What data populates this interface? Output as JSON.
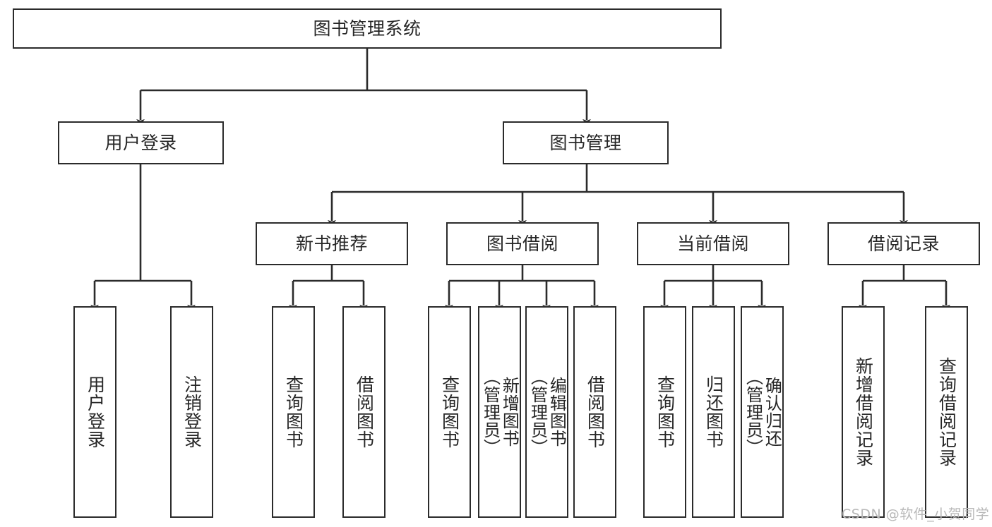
{
  "diagram": {
    "title": "图书管理系统",
    "type": "tree-hierarchy-chart",
    "colors": {
      "stroke": "#2b2b2b",
      "fill": "#ffffff",
      "text": "#262626",
      "watermark": "#b8b8b8"
    },
    "root": {
      "id": "root",
      "label": "图书管理系统"
    },
    "level2": [
      {
        "id": "user-login",
        "label": "用户登录"
      },
      {
        "id": "book-manage",
        "label": "图书管理"
      }
    ],
    "level3": [
      {
        "id": "new-book-recommend",
        "label": "新书推荐"
      },
      {
        "id": "book-borrow",
        "label": "图书借阅"
      },
      {
        "id": "current-borrow",
        "label": "当前借阅"
      },
      {
        "id": "borrow-record",
        "label": "借阅记录"
      }
    ],
    "leaves": {
      "user_login": [
        {
          "id": "leaf-user-login",
          "label": "用户登录"
        },
        {
          "id": "leaf-logout-login",
          "label": "注销登录"
        }
      ],
      "new_book_recommend": [
        {
          "id": "leaf-query-book-1",
          "label": "查询图书"
        },
        {
          "id": "leaf-borrow-book-1",
          "label": "借阅图书"
        }
      ],
      "book_borrow": [
        {
          "id": "leaf-query-book-2",
          "label": "查询图书"
        },
        {
          "id": "leaf-add-book",
          "label": "新增图书\n（管理员）"
        },
        {
          "id": "leaf-edit-book",
          "label": "编辑图书\n（管理员）"
        },
        {
          "id": "leaf-borrow-book-2",
          "label": "借阅图书"
        }
      ],
      "current_borrow": [
        {
          "id": "leaf-query-book-3",
          "label": "查询图书"
        },
        {
          "id": "leaf-return-book",
          "label": "归还图书"
        },
        {
          "id": "leaf-confirm-return",
          "label": "确认归还\n（管理员）"
        }
      ],
      "borrow_record": [
        {
          "id": "leaf-add-borrow-record",
          "label": "新增借阅记录"
        },
        {
          "id": "leaf-query-borrow-record",
          "label": "查询借阅记录"
        }
      ]
    }
  },
  "watermark": {
    "text": "CSDN @软件_小贺同学"
  }
}
